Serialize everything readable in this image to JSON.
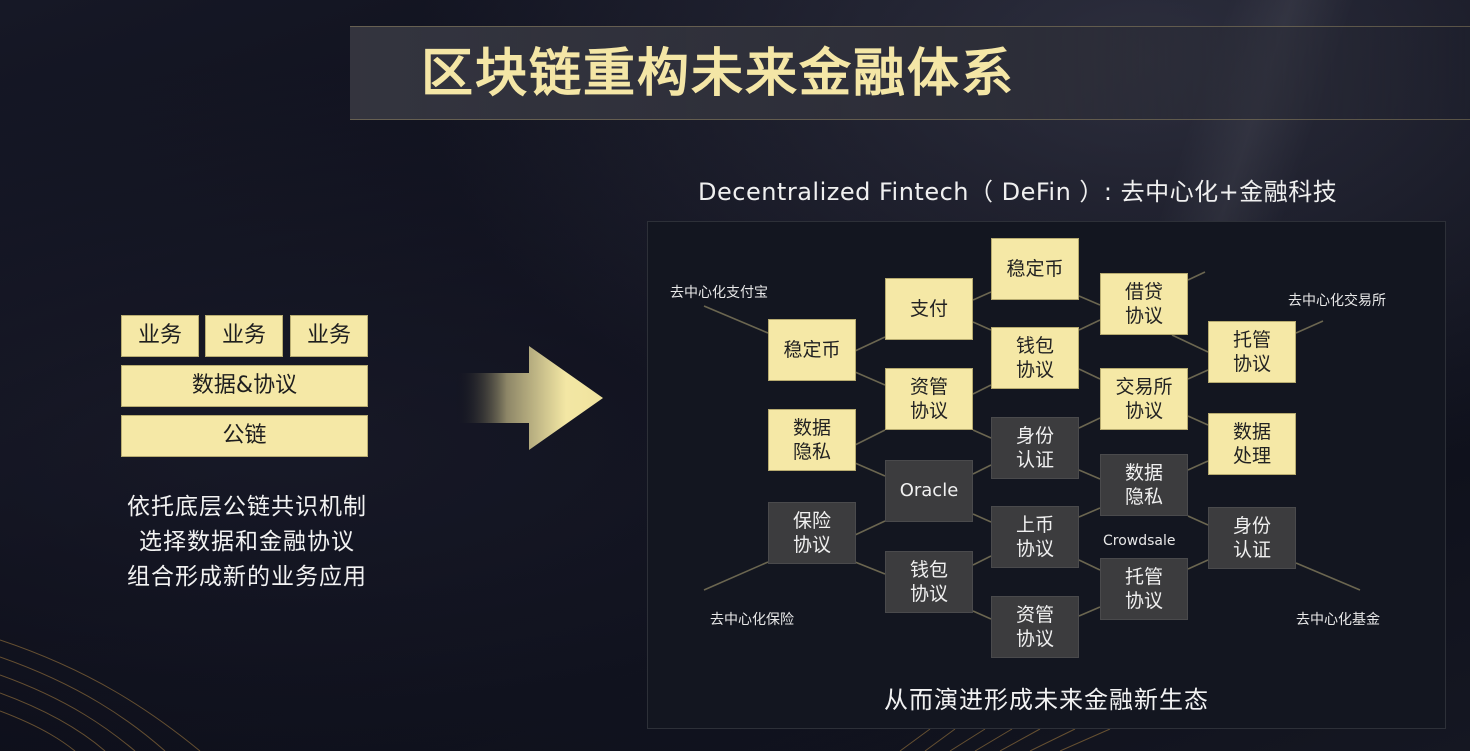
{
  "slide": {
    "title": "区块链重构未来金融体系"
  },
  "left_stack": {
    "top_row": [
      "业务",
      "业务",
      "业务"
    ],
    "middle": "数据&协议",
    "bottom": "公链",
    "caption_lines": [
      "依托底层公链共识机制",
      "选择数据和金融协议",
      "组合形成新的业务应用"
    ]
  },
  "arrow": {
    "icon": "arrow-right-icon",
    "direction": "right"
  },
  "defin": {
    "label": "Decentralized Fintech（  DeFin  ）:  去中心化+金融科技"
  },
  "diagram": {
    "corner_labels": {
      "top_left": "去中心化支付宝",
      "top_right": "去中心化交易所",
      "bottom_left": "去中心化保险",
      "bottom_right": "去中心化基金"
    },
    "crowdsale_label": "Crowdsale",
    "nodes": [
      {
        "id": "c1a",
        "text": "稳定币",
        "style": "yellow"
      },
      {
        "id": "c1b",
        "text": "数据\n隐私",
        "style": "yellow"
      },
      {
        "id": "c1c",
        "text": "保险\n协议",
        "style": "gray"
      },
      {
        "id": "c2a",
        "text": "支付",
        "style": "yellow"
      },
      {
        "id": "c2b",
        "text": "资管\n协议",
        "style": "yellow"
      },
      {
        "id": "c2c",
        "text": "Oracle",
        "style": "gray"
      },
      {
        "id": "c2d",
        "text": "钱包\n协议",
        "style": "gray"
      },
      {
        "id": "c3a",
        "text": "稳定币",
        "style": "yellow"
      },
      {
        "id": "c3b",
        "text": "钱包\n协议",
        "style": "yellow"
      },
      {
        "id": "c3c",
        "text": "身份\n认证",
        "style": "gray"
      },
      {
        "id": "c3d",
        "text": "上币\n协议",
        "style": "gray"
      },
      {
        "id": "c3e",
        "text": "资管\n协议",
        "style": "gray"
      },
      {
        "id": "c4a",
        "text": "借贷\n协议",
        "style": "yellow"
      },
      {
        "id": "c4b",
        "text": "交易所\n协议",
        "style": "yellow"
      },
      {
        "id": "c4c",
        "text": "数据\n隐私",
        "style": "gray"
      },
      {
        "id": "c4d",
        "text": "托管\n协议",
        "style": "gray"
      },
      {
        "id": "c5a",
        "text": "托管\n协议",
        "style": "yellow"
      },
      {
        "id": "c5b",
        "text": "数据\n处理",
        "style": "yellow"
      },
      {
        "id": "c5c",
        "text": "身份\n认证",
        "style": "gray"
      }
    ],
    "bottom_caption": "从而演进形成未来金融新生态"
  },
  "colors": {
    "title_gold": "#f4e6a6",
    "box_yellow": "#f5e8a6",
    "box_gray": "#3c3c3e",
    "connector": "#6b6650",
    "panel_bg": "#131620",
    "background": "#0d0f1a"
  }
}
